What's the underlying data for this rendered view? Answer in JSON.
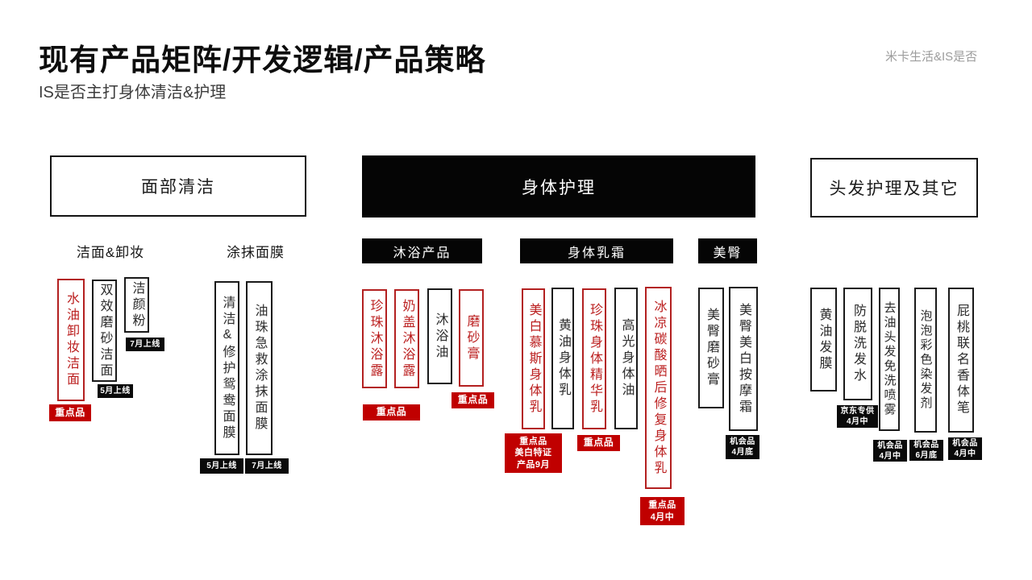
{
  "page": {
    "title": "现有产品矩阵/开发逻辑/产品策略",
    "subtitle": "IS是否主打身体清洁&护理",
    "watermark": "米卡生活&IS是否"
  },
  "colors": {
    "accent_red": "#c00000",
    "header_black": "#050505"
  },
  "sections": {
    "face": {
      "header": "面部清洁"
    },
    "body": {
      "header": "身体护理"
    },
    "hair": {
      "header": "头发护理及其它"
    }
  },
  "groups": {
    "cleansing": "洁面&卸妆",
    "mask": "涂抹面膜",
    "shower": "沐浴产品",
    "cream": "身体乳霜",
    "hip": "美臀"
  },
  "products": [
    {
      "name": "水油卸妆洁面",
      "emphasis": "red",
      "badge": "重点品",
      "badge_style": "red"
    },
    {
      "name": "双效磨砂洁面",
      "emphasis": "black",
      "badge": "5月上线",
      "badge_style": "black"
    },
    {
      "name": "洁颜粉",
      "emphasis": "black",
      "badge": "7月上线",
      "badge_style": "black"
    },
    {
      "name": "清洁&修护鸳鸯面膜",
      "emphasis": "black",
      "badge": "5月上线",
      "badge_style": "black"
    },
    {
      "name": "油珠急救涂抹面膜",
      "emphasis": "black",
      "badge": "7月上线",
      "badge_style": "black"
    },
    {
      "name": "珍珠沐浴露",
      "emphasis": "red",
      "badge": "重点品",
      "badge_style": "red"
    },
    {
      "name": "奶盖沐浴露",
      "emphasis": "red"
    },
    {
      "name": "沐浴油",
      "emphasis": "black"
    },
    {
      "name": "磨砂膏",
      "emphasis": "red",
      "badge": "重点品",
      "badge_style": "red"
    },
    {
      "name": "美白慕斯身体乳",
      "emphasis": "red",
      "badge": "重点品\n美白特证\n产品9月",
      "badge_style": "red"
    },
    {
      "name": "黄油身体乳",
      "emphasis": "black"
    },
    {
      "name": "珍珠身体精华乳",
      "emphasis": "red",
      "badge": "重点品",
      "badge_style": "red"
    },
    {
      "name": "高光身体油",
      "emphasis": "black"
    },
    {
      "name": "冰凉碳酸晒后修复身体乳",
      "emphasis": "red",
      "badge": "重点品\n4月中",
      "badge_style": "red"
    },
    {
      "name": "美臀磨砂膏",
      "emphasis": "black"
    },
    {
      "name": "美臀美白按摩霜",
      "emphasis": "black",
      "badge": "机会品\n4月底",
      "badge_style": "black"
    },
    {
      "name": "黄油发膜",
      "emphasis": "black"
    },
    {
      "name": "防脱洗发水",
      "emphasis": "black",
      "badge": "京东专供\n4月中",
      "badge_style": "black"
    },
    {
      "name": "去油头发免洗喷雾",
      "emphasis": "black",
      "badge": "机会品\n4月中",
      "badge_style": "black"
    },
    {
      "name": "泡泡彩色染发剂",
      "emphasis": "black",
      "badge": "机会品\n6月底",
      "badge_style": "black"
    },
    {
      "name": "屁桃联名香体笔",
      "emphasis": "black",
      "badge": "机会品\n4月中",
      "badge_style": "black"
    }
  ]
}
